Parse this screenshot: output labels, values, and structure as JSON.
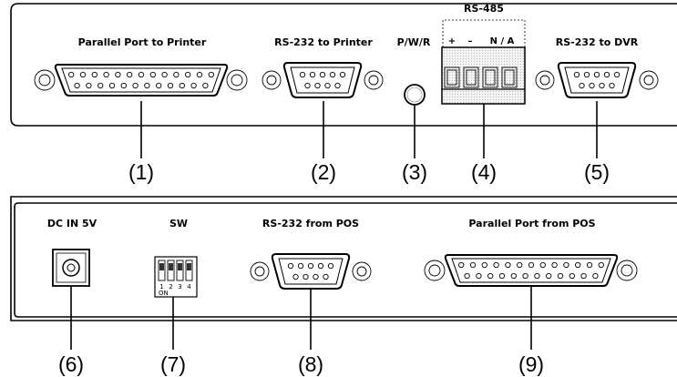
{
  "top_panel": {
    "parallel_port_label": "Parallel Port to Printer",
    "rs232_printer_label": "RS-232 to Printer",
    "pwr_label": "P/W/R",
    "rs485_label": "RS-485",
    "rs485_plus": "+",
    "rs485_minus": "–",
    "rs485_na": "N / A",
    "rs232_dvr_label": "RS-232 to DVR"
  },
  "bottom_panel": {
    "dc_in_label": "DC IN 5V",
    "sw_label": "SW",
    "sw_on": "ON",
    "sw_numbers": [
      "1",
      "2",
      "3",
      "4"
    ],
    "rs232_pos_label": "RS-232 from POS",
    "parallel_pos_label": "Parallel Port from POS"
  },
  "callouts": [
    "(1)",
    "(2)",
    "(3)",
    "(4)",
    "(5)",
    "(6)",
    "(7)",
    "(8)",
    "(9)"
  ]
}
